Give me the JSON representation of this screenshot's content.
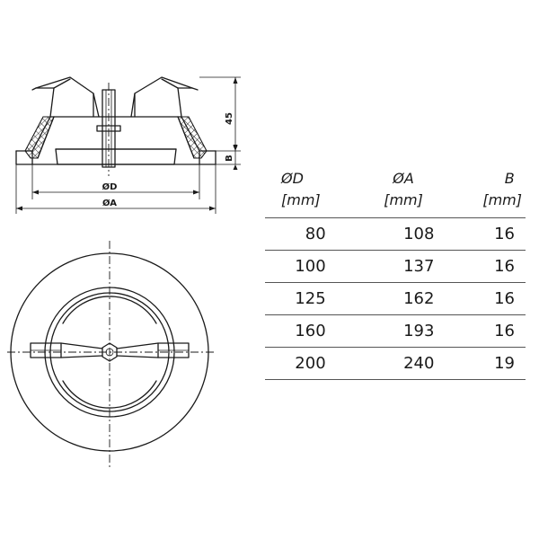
{
  "drawing": {
    "dim_height": "45",
    "dim_b": "B",
    "dim_d": "ØD",
    "dim_a": "ØA"
  },
  "table": {
    "headers": [
      {
        "symbol": "ØD",
        "unit": "[mm]"
      },
      {
        "symbol": "ØA",
        "unit": "[mm]"
      },
      {
        "symbol": "B",
        "unit": "[mm]"
      }
    ],
    "rows": [
      [
        "80",
        "108",
        "16"
      ],
      [
        "100",
        "137",
        "16"
      ],
      [
        "125",
        "162",
        "16"
      ],
      [
        "160",
        "193",
        "16"
      ],
      [
        "200",
        "240",
        "19"
      ]
    ]
  }
}
